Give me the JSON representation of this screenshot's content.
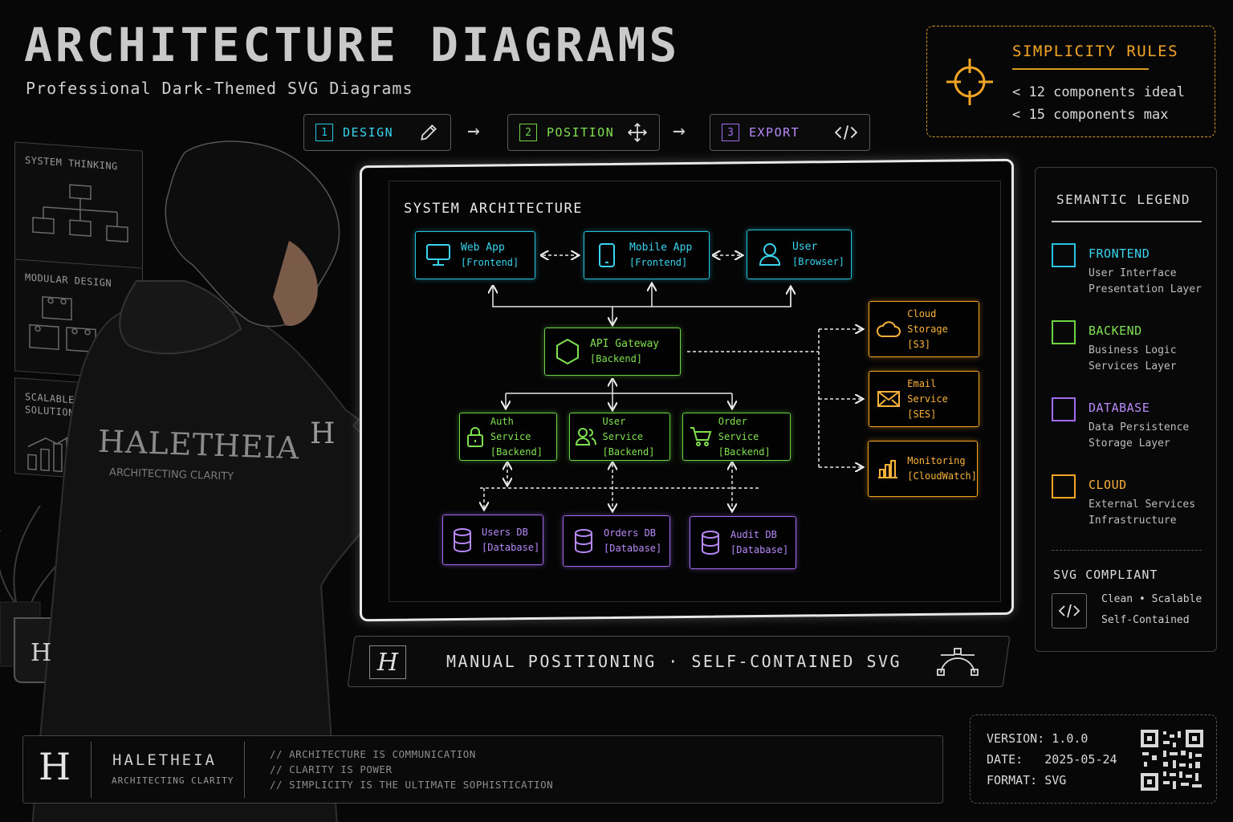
{
  "header": {
    "title": "ARCHITECTURE DIAGRAMS",
    "subtitle": "Professional Dark-Themed SVG Diagrams"
  },
  "steps": [
    {
      "number": "1",
      "label": "DESIGN",
      "icon": "pencil-icon",
      "color": "#26c6e0"
    },
    {
      "number": "2",
      "label": "POSITION",
      "icon": "move-icon",
      "color": "#6dd444"
    },
    {
      "number": "3",
      "label": "EXPORT",
      "icon": "code-icon",
      "color": "#a26bf0"
    }
  ],
  "simplicity": {
    "title": "SIMPLICITY RULES",
    "rules": [
      "< 12 components ideal",
      "< 15 components max"
    ],
    "icon": "crosshair-icon"
  },
  "wall_panels": [
    "SYSTEM THINKING",
    "MODULAR DESIGN",
    "SCALABLE SOLUTIONS"
  ],
  "hoodie": {
    "brand": "HALETHEIA",
    "tagline": "ARCHITECTING CLARITY",
    "sleeve": "H"
  },
  "mug": "H",
  "board": {
    "title": "SYSTEM ARCHITECTURE",
    "nodes": {
      "web_app": {
        "name": "Web App",
        "type": "[Frontend]",
        "icon": "monitor-icon"
      },
      "mobile_app": {
        "name": "Mobile App",
        "type": "[Frontend]",
        "icon": "phone-icon"
      },
      "user": {
        "name": "User",
        "type": "[Browser]",
        "icon": "user-icon"
      },
      "api_gateway": {
        "name": "API Gateway",
        "type": "[Backend]",
        "icon": "hexagon-icon"
      },
      "auth_service": {
        "name": "Auth Service",
        "type": "[Backend]",
        "icon": "lock-icon"
      },
      "user_service": {
        "name": "User Service",
        "type": "[Backend]",
        "icon": "users-icon"
      },
      "order_service": {
        "name": "Order Service",
        "type": "[Backend]",
        "icon": "cart-icon"
      },
      "users_db": {
        "name": "Users DB",
        "type": "[Database]",
        "icon": "database-icon"
      },
      "orders_db": {
        "name": "Orders DB",
        "type": "[Database]",
        "icon": "database-icon"
      },
      "audit_db": {
        "name": "Audit DB",
        "type": "[Database]",
        "icon": "database-icon"
      },
      "cloud_storage": {
        "name": "Cloud Storage",
        "type": "[S3]",
        "icon": "cloud-icon"
      },
      "email_service": {
        "name": "Email Service",
        "type": "[SES]",
        "icon": "mail-icon"
      },
      "monitoring": {
        "name": "Monitoring",
        "type": "[CloudWatch]",
        "icon": "bar-chart-icon"
      }
    }
  },
  "legend": {
    "title": "SEMANTIC LEGEND",
    "items": [
      {
        "name": "FRONTEND",
        "desc1": "User Interface",
        "desc2": "Presentation Layer",
        "color": "#26c6e0"
      },
      {
        "name": "BACKEND",
        "desc1": "Business Logic",
        "desc2": "Services Layer",
        "color": "#6dd444"
      },
      {
        "name": "DATABASE",
        "desc1": "Data Persistence",
        "desc2": "Storage Layer",
        "color": "#a26bf0"
      },
      {
        "name": "CLOUD",
        "desc1": "External Services",
        "desc2": "Infrastructure",
        "color": "#f2a623"
      }
    ],
    "svg_title": "SVG COMPLIANT",
    "svg_line1": "Clean • Scalable",
    "svg_line2": "Self-Contained"
  },
  "manual_bar": {
    "logo": "H",
    "text": "MANUAL POSITIONING  ·  SELF-CONTAINED SVG",
    "icon": "bezier-curve-icon"
  },
  "footer": {
    "logo": "H",
    "brand": "HALETHEIA",
    "tagline": "ARCHITECTING CLARITY",
    "mottos": [
      "// ARCHITECTURE IS COMMUNICATION",
      "// CLARITY IS POWER",
      "// SIMPLICITY IS THE ULTIMATE SOPHISTICATION"
    ]
  },
  "meta": {
    "version_label": "VERSION:",
    "version": "1.0.0",
    "date_label": "DATE:",
    "date": "2025-05-24",
    "format_label": "FORMAT:",
    "format": "SVG"
  }
}
